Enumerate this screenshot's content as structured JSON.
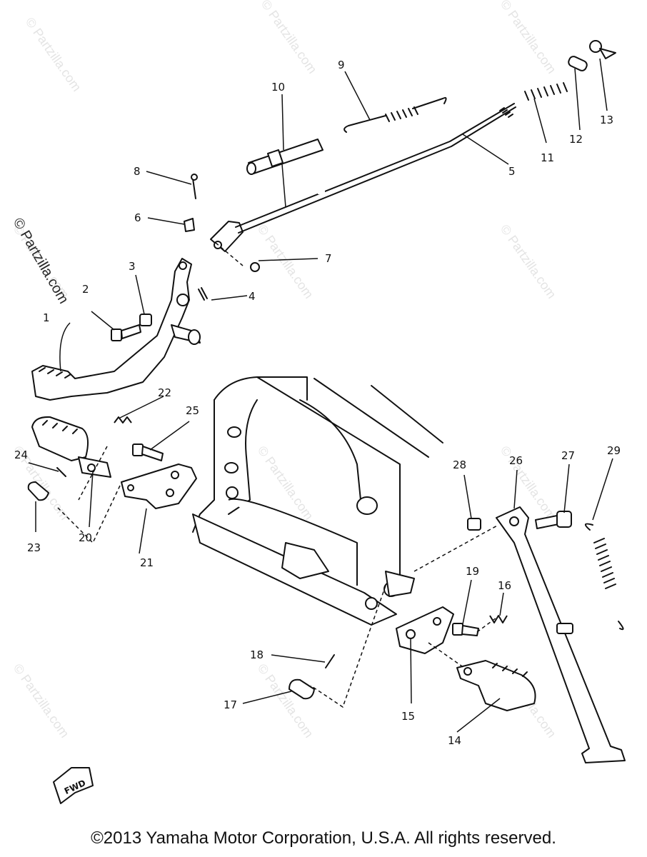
{
  "diagram": {
    "callouts": [
      "1",
      "2",
      "3",
      "4",
      "5",
      "6",
      "7",
      "8",
      "9",
      "10",
      "11",
      "12",
      "13",
      "14",
      "15",
      "16",
      "17",
      "18",
      "19",
      "20",
      "21",
      "22",
      "23",
      "24",
      "25",
      "26",
      "27",
      "28",
      "29"
    ],
    "watermark": "© Partzilla.com",
    "fwd_label": "FWD"
  },
  "footer": {
    "copyright": "©2013  Yamaha Motor Corporation, U.S.A. All rights reserved."
  }
}
